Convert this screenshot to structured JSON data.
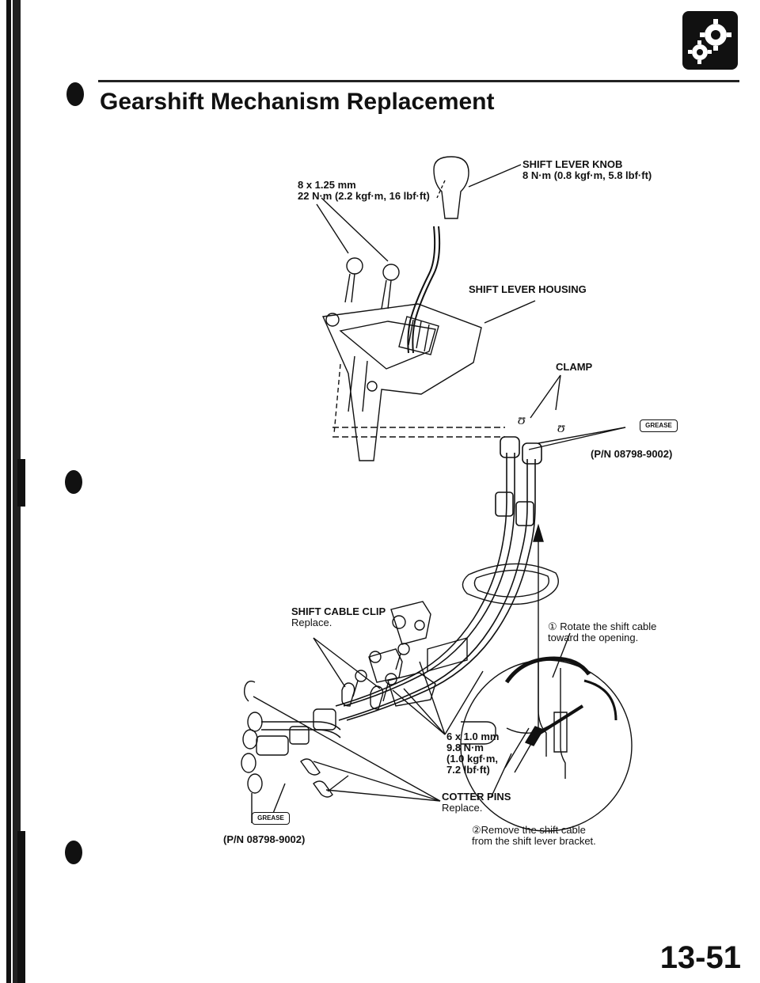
{
  "page": {
    "title": "Gearshift Mechanism Replacement",
    "page_number": "13-51"
  },
  "labels": {
    "knob_name": "SHIFT LEVER KNOB",
    "knob_torque": "8 N·m (0.8 kgf·m, 5.8 lbf·ft)",
    "bolt_size_top": "8 x 1.25 mm",
    "bolt_torque_top": "22 N·m (2.2 kgf·m, 16 lbf·ft)",
    "housing": "SHIFT LEVER HOUSING",
    "clamp": "CLAMP",
    "grease_pn_right": "(P/N 08798-9002)",
    "cable_clip": "SHIFT CABLE CLIP",
    "cable_clip_note": "Replace.",
    "step1_num": "①",
    "step1_text": "Rotate the shift cable\ntoward the opening.",
    "bolt_size_bottom": "6 x 1.0 mm",
    "bolt_torque_bottom": "9.8 N·m\n(1.0 kgf·m,\n7.2 lbf·ft)",
    "cotter_pins": "COTTER PINS",
    "cotter_pins_note": "Replace.",
    "step2_num": "②",
    "step2_text": "Remove the shift cable\nfrom the shift lever bracket.",
    "grease_pn_left": "(P/N 08798-9002)",
    "grease_tag": "GREASE"
  },
  "icons": {
    "header": "transmission-gear-icon"
  }
}
